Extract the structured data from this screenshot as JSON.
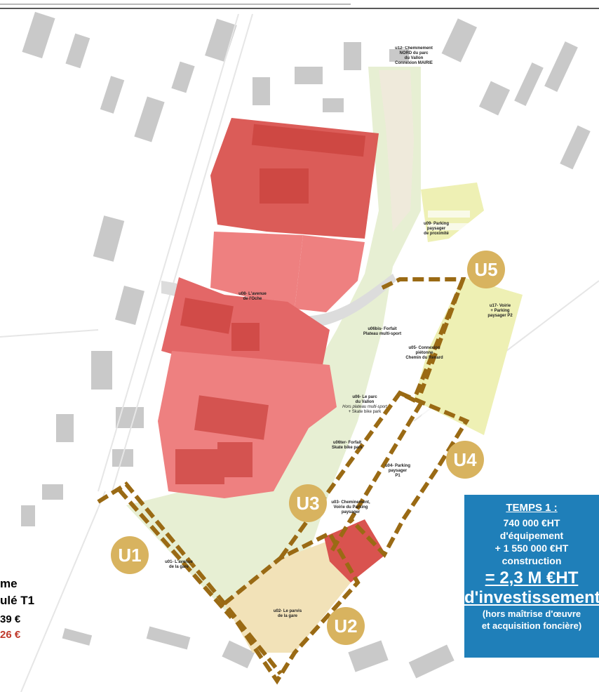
{
  "badges": {
    "u1": "U1",
    "u2": "U2",
    "u3": "U3",
    "u4": "U4",
    "u5": "U5"
  },
  "map_labels": {
    "u12": "u12- Cheminement NORD du parc du Vallon Connexion MAIRIE",
    "u09": "u09- Parking paysager de proximité",
    "u08": "u08- L'avenue de l'Oche",
    "u06b": "u06bis- Forfait Plateau multi-sport",
    "u05": "u05- Connexion piétonne Chemin du Renard",
    "u17": "u17- Voirie + Parking paysager P2",
    "u06": "u06- Le parc du Vallon",
    "u06_sub": "Hors plateau multi-sport + Skate bike park",
    "u06t": "u06ter- Forfait Skate bike park",
    "u04": "u04- Parking paysager P1",
    "u03": "u03- Cheminement, Voirie du Parking paysager",
    "u01": "u01- L'avenue de la gare",
    "u02": "u02- Le parvis de la gare"
  },
  "investment": {
    "title": "TEMPS 1 :",
    "line1": "740 000 €HT",
    "line2": "d'équipement",
    "line3": "+ 1 550 000 €HT",
    "line4": "construction",
    "total": "= 2,3 M €HT",
    "total_sub": "d'investissement",
    "note1": "(hors maîtrise d'œuvre",
    "note2": "et acquisition foncière)"
  },
  "left_text": {
    "line1": "me",
    "line2": "ulé T1",
    "value1": "39 €",
    "value2": "26 €"
  },
  "colors": {
    "lot_dark": "#d9534f",
    "lot_light": "#ee8080",
    "green_area": "#e7efd3",
    "yellow_area": "#eef0b4",
    "dash": "#9a6a14",
    "badge": "#d8b35f",
    "box": "#1f7fb9",
    "value2": "#c0392b"
  }
}
